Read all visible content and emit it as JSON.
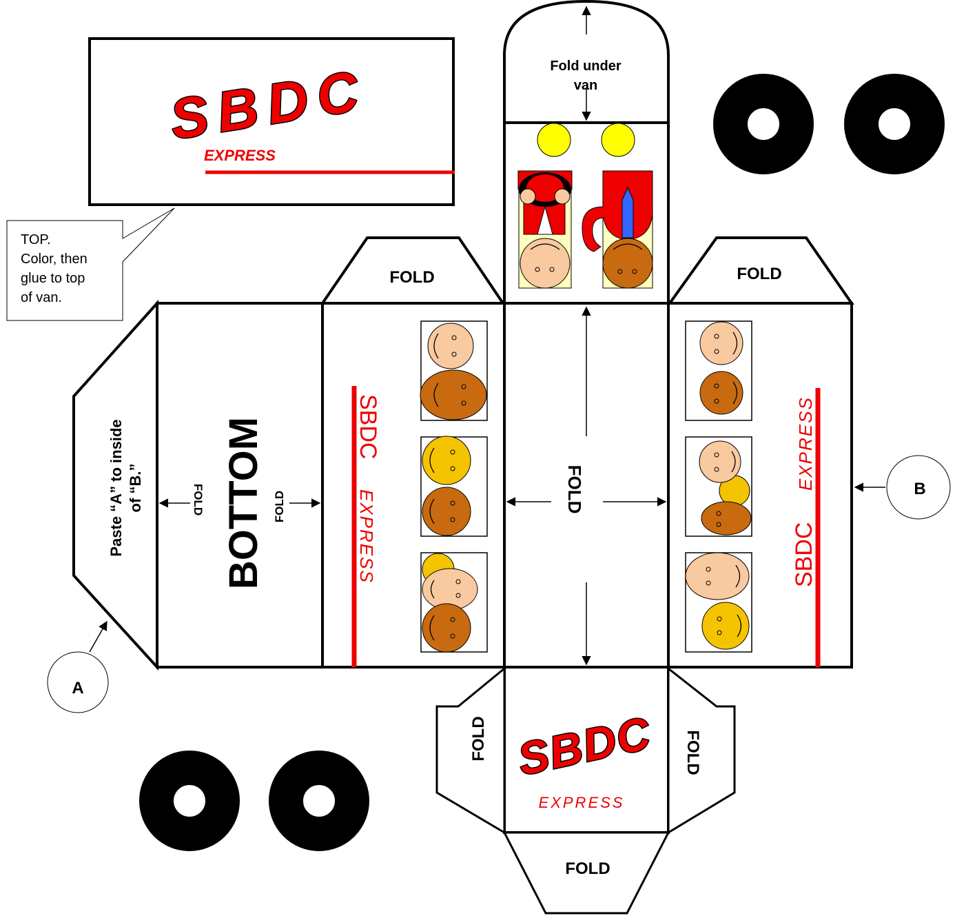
{
  "top_panel": {
    "logo": "SBDC",
    "tagline": "EXPRESS",
    "note_lines": [
      "TOP.",
      "Color, then",
      "glue to top",
      "of van."
    ]
  },
  "front_fold_top": {
    "lines": [
      "Fold  under",
      "van"
    ]
  },
  "labels": {
    "fold": "FOLD",
    "bottom": "BOTTOM",
    "paste_lines": [
      "Paste “A” to inside",
      "of “B.”"
    ],
    "marker_a": "A",
    "marker_b": "B"
  },
  "side_left": {
    "brand": "SBDC",
    "tagline": "EXPRESS"
  },
  "side_right": {
    "brand": "SBDC",
    "tagline": "EXPRESS"
  },
  "back_panel": {
    "logo": "SBDC",
    "tagline": "EXPRESS"
  },
  "colors": {
    "brand_red": "#ee0000",
    "light_skin": "#f9c9a0",
    "dark_skin": "#c86a10",
    "yellow_face": "#f5c400",
    "sun_yellow": "#ffff00",
    "shirt_blue": "#3366ff",
    "seat_tint": "#ffffc0"
  }
}
